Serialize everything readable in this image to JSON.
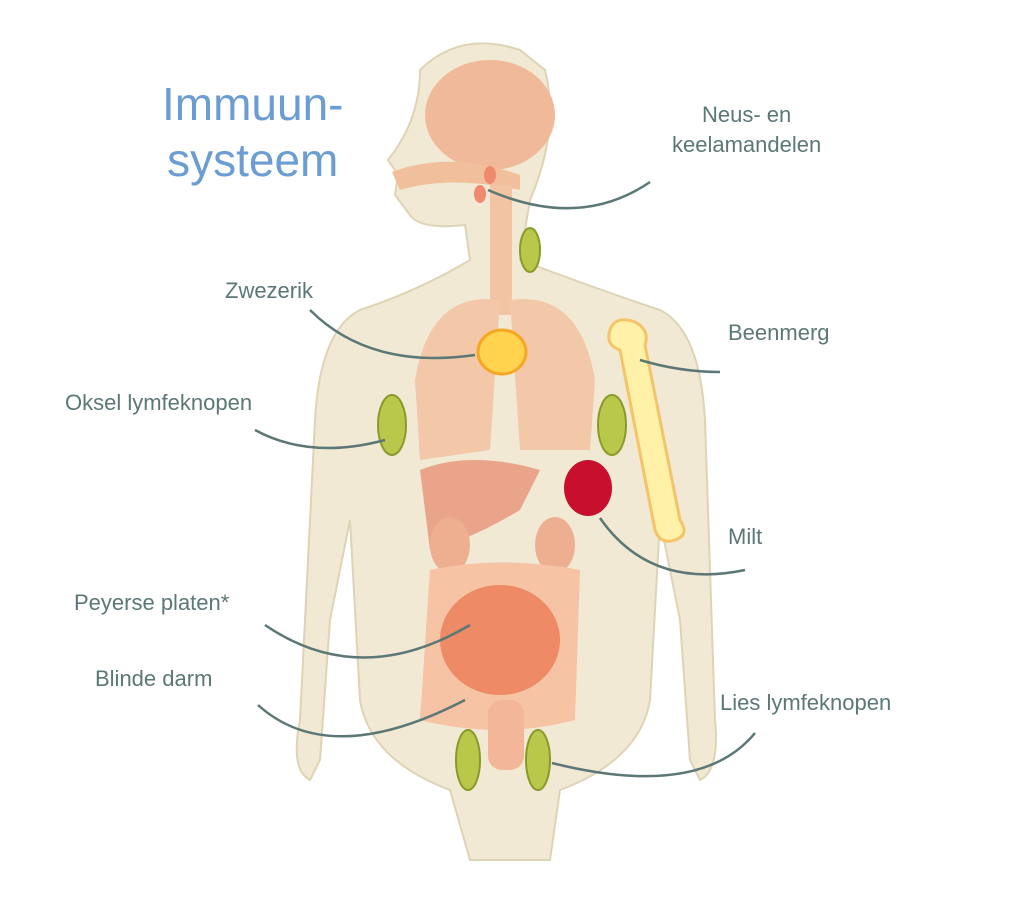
{
  "title": {
    "line1": "Immuun-",
    "line2": "systeem"
  },
  "labels": {
    "tonsils": {
      "line1": "Neus- en",
      "line2": "keelamandelen"
    },
    "thymus": "Zwezerik",
    "bone_marrow": "Beenmerg",
    "axillary_nodes": "Oksel lymfeknopen",
    "spleen": "Milt",
    "peyers_patches": "Peyerse platen*",
    "appendix": "Blinde darm",
    "inguinal_nodes": "Lies lymfeknopen"
  },
  "colors": {
    "title": "#6b9dd2",
    "label": "#5b7776",
    "arrow": "#5b7776",
    "body": "#efe6cc"
  }
}
